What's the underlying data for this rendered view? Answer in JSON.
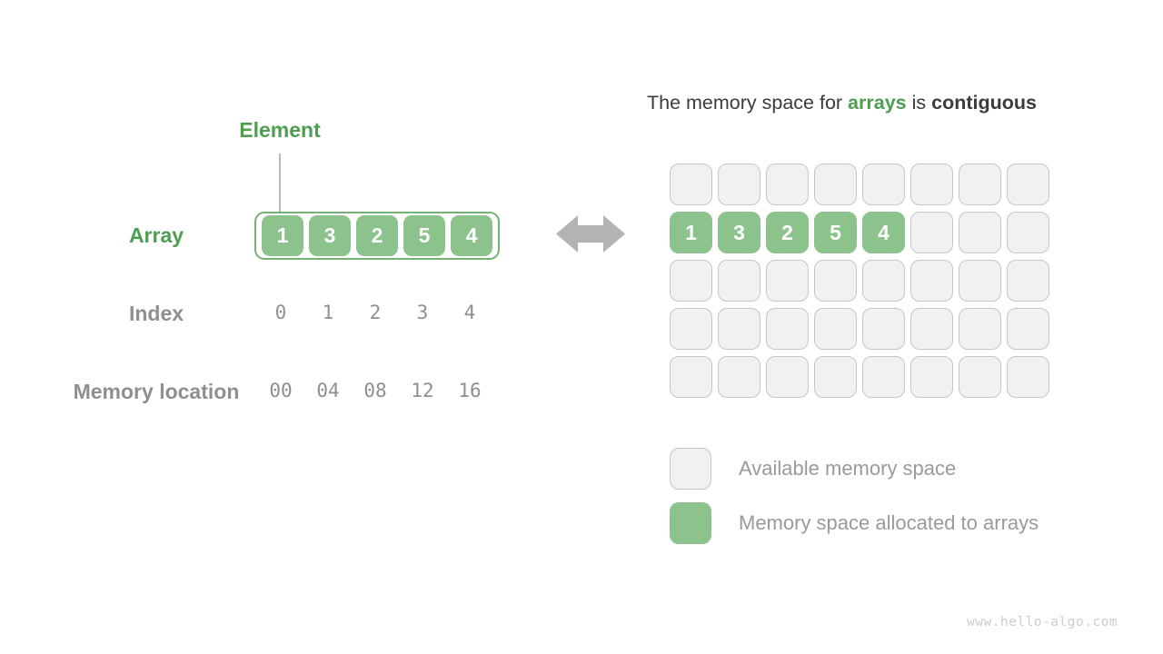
{
  "left_panel": {
    "element_label": "Element",
    "array_label": "Array",
    "index_label": "Index",
    "memory_label": "Memory location",
    "array_values": [
      "1",
      "3",
      "2",
      "5",
      "4"
    ],
    "index_values": [
      "0",
      "1",
      "2",
      "3",
      "4"
    ],
    "memory_values": [
      "00",
      "04",
      "08",
      "12",
      "16"
    ]
  },
  "title": {
    "part1": "The memory space for ",
    "highlight": "arrays",
    "part2": " is ",
    "bold": "contiguous"
  },
  "memory_grid": {
    "rows": 5,
    "cols": 8,
    "allocated_row": 1,
    "allocated_values": [
      "1",
      "3",
      "2",
      "5",
      "4"
    ]
  },
  "legend": {
    "available_label": "Available memory space",
    "allocated_label": "Memory space allocated to arrays"
  },
  "watermark": "www.hello-algo.com",
  "colors": {
    "green_fill": "#8cc28c",
    "green_border": "#74b274",
    "green_text": "#4e9e50",
    "gray_text": "#8f8f8f",
    "title_text": "#3b3b3b",
    "cell_fill": "#f1f1f1",
    "cell_border": "#c6c6c6",
    "arrow": "#b3b3b3",
    "watermark_text": "#cccccc"
  }
}
